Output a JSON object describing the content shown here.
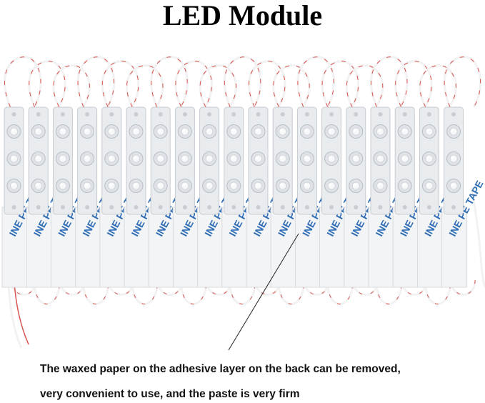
{
  "title": "LED Module",
  "tape_text": "INE PE TAPE",
  "caption": {
    "line1": "The waxed paper on the adhesive layer on the back can be removed,",
    "line2": "very convenient to use, and the paste is very firm"
  },
  "colors": {
    "module_body": "#e9ecef",
    "lens": "#f7f8fa",
    "wire_white": "#f2f2f2",
    "wire_red": "#d9534f",
    "tape_text": "#2f6db5"
  }
}
